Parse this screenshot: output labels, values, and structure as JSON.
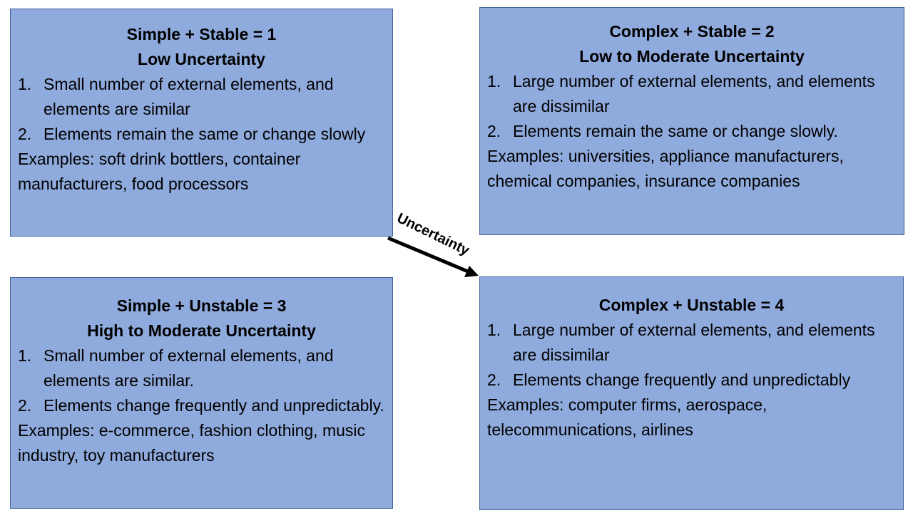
{
  "boxes": [
    {
      "title": "Simple + Stable = 1",
      "subtitle": "Low Uncertainty",
      "items": [
        "Small number of external elements, and elements are similar",
        "Elements remain the same or change slowly"
      ],
      "examples": "Examples: soft drink bottlers, container manufacturers, food processors"
    },
    {
      "title": "Complex + Stable = 2",
      "subtitle": "Low to Moderate Uncertainty",
      "items": [
        "Large number of external elements, and elements are dissimilar",
        "Elements remain the same or change slowly."
      ],
      "examples": "Examples: universities, appliance manufacturers, chemical companies, insurance companies"
    },
    {
      "title": "Simple + Unstable = 3",
      "subtitle": "High to Moderate Uncertainty",
      "items": [
        "Small number of  external elements, and elements are similar.",
        "Elements change frequently and unpredictably."
      ],
      "examples": "Examples: e-commerce, fashion clothing, music industry, toy manufacturers"
    },
    {
      "title": "Complex + Unstable = 4",
      "subtitle": "",
      "items": [
        "Large number of external elements, and elements are dissimilar",
        "Elements change frequently and unpredictably"
      ],
      "examples": "Examples: computer firms, aerospace, telecommunications, airlines"
    }
  ],
  "numbers": [
    "1.",
    "2."
  ],
  "arrow_label": "Uncertainty",
  "colors": {
    "box_fill": "#8faadc",
    "box_border": "#41639c"
  }
}
